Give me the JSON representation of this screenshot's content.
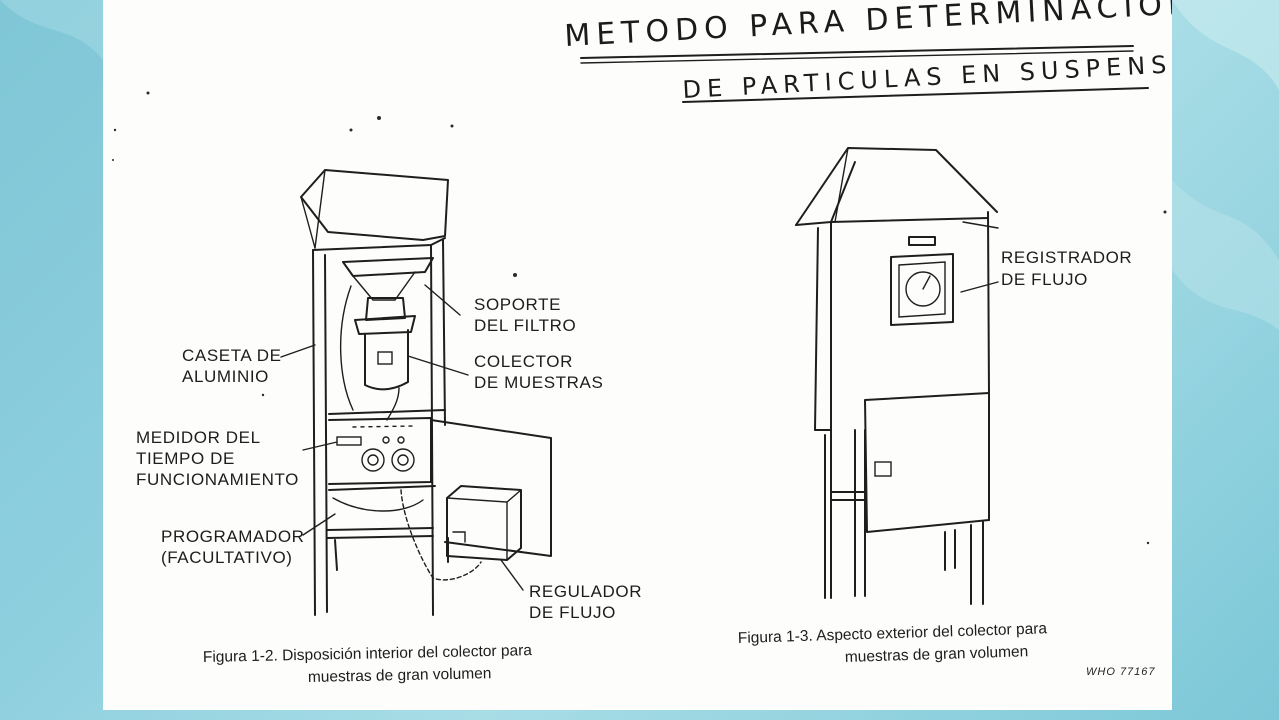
{
  "title": {
    "line1": "METODO PARA DETERMINACION",
    "line2": "DE PARTICULAS EN SUSPENSIÓN"
  },
  "figure_left": {
    "labels": {
      "soporte_l1": "SOPORTE",
      "soporte_l2": "DEL FILTRO",
      "caseta_l1": "CASETA DE",
      "caseta_l2": "ALUMINIO",
      "colector_l1": "COLECTOR",
      "colector_l2": "DE MUESTRAS",
      "medidor_l1": "MEDIDOR DEL",
      "medidor_l2": "TIEMPO DE",
      "medidor_l3": "FUNCIONAMIENTO",
      "programador_l1": "PROGRAMADOR",
      "programador_l2": "(FACULTATIVO)",
      "regulador_l1": "REGULADOR",
      "regulador_l2": "DE FLUJO"
    },
    "caption_l1": "Figura 1-2. Disposición interior del colector para",
    "caption_l2": "muestras de gran volumen"
  },
  "figure_right": {
    "labels": {
      "registrador_l1": "REGISTRADOR",
      "registrador_l2": "DE FLUJO"
    },
    "caption_l1": "Figura 1-3. Aspecto exterior del colector para",
    "caption_l2": "muestras de gran volumen",
    "code": "WHO 77167"
  }
}
